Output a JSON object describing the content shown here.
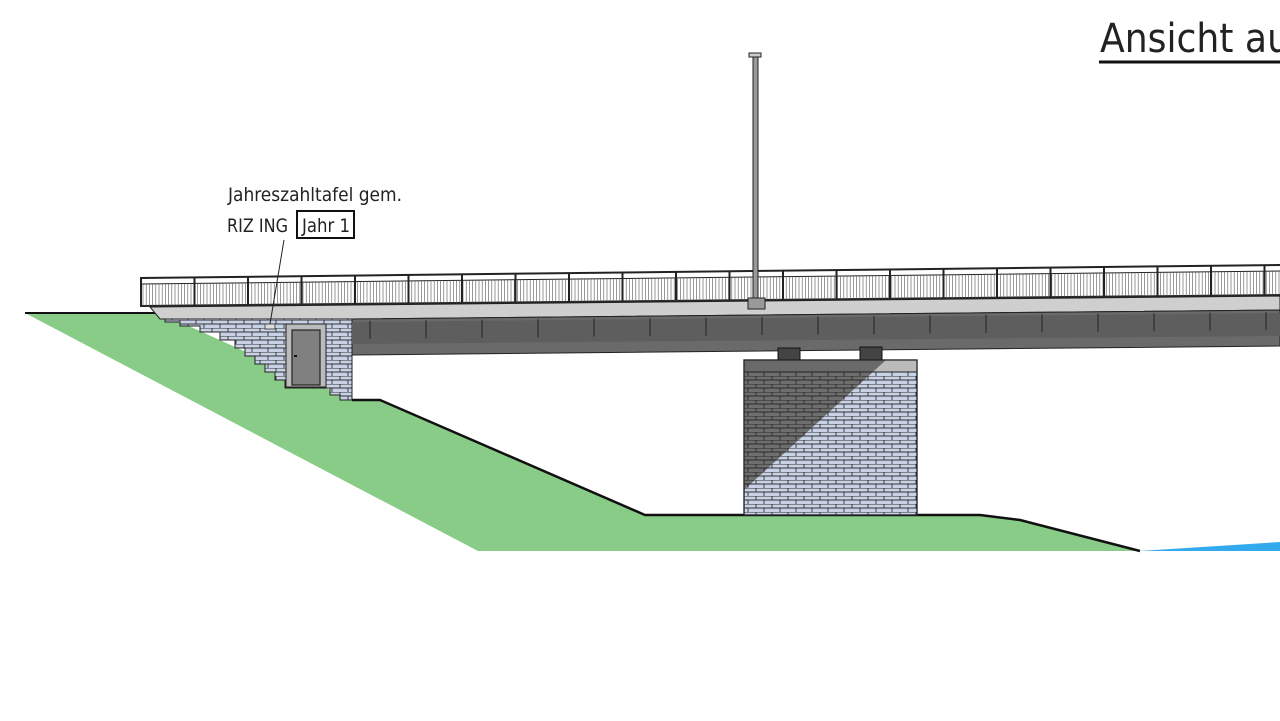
{
  "title": "Ansicht au",
  "annotation": {
    "line1": "Jahreszahltafel gem.",
    "line2_prefix": "RIZ ING",
    "boxed": "Jahr 1"
  },
  "colors": {
    "ground": "#88cc88",
    "water": "#33aaee",
    "brick_light": "#c8d2e6",
    "brick_dark": "#6e6e6e",
    "deck": "#cfcfcf",
    "girder": "#6a6a6a"
  }
}
